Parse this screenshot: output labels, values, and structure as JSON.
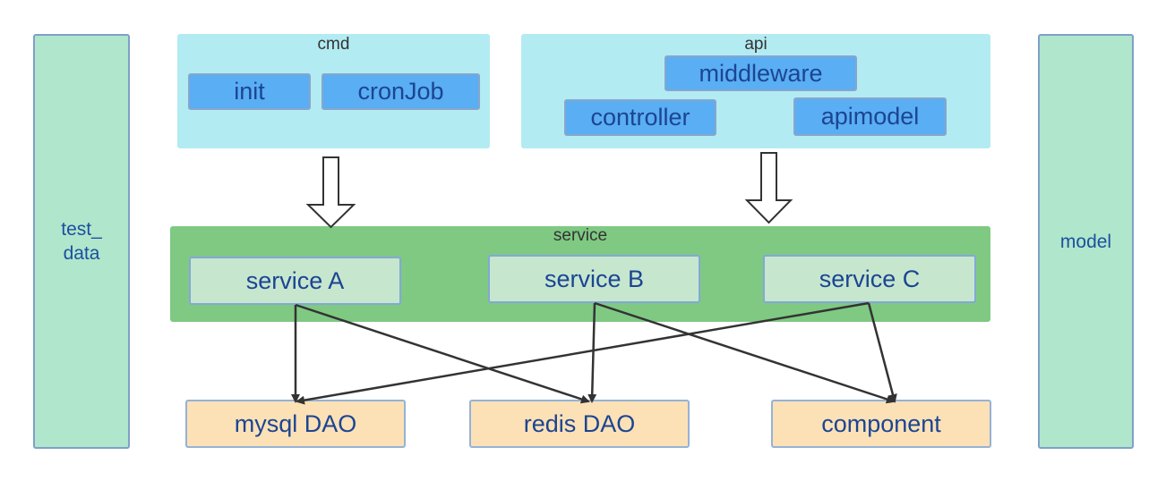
{
  "side_left": {
    "line1": "test_",
    "line2": "data"
  },
  "side_right": {
    "label": "model"
  },
  "cmd": {
    "title": "cmd",
    "items": [
      "init",
      "cronJob"
    ]
  },
  "api": {
    "title": "api",
    "items": [
      "middleware",
      "controller",
      "apimodel"
    ]
  },
  "service": {
    "title": "service",
    "items": [
      "service A",
      "service B",
      "service C"
    ]
  },
  "storage": {
    "items": [
      "mysql DAO",
      "redis DAO",
      "component"
    ]
  },
  "colors": {
    "side_fill": "#b0e6cb",
    "group_fill": "#b3ebf2",
    "chip_fill": "#5aaef3",
    "service_group_fill": "#7fc983",
    "service_fill": "#c7e6ce",
    "dao_fill": "#fde1b6",
    "text": "#1b4593"
  }
}
